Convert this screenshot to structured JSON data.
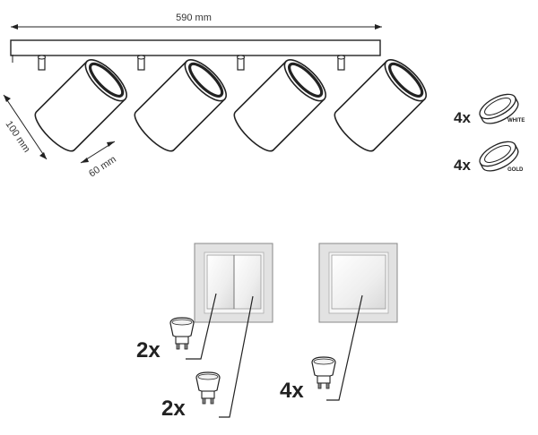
{
  "dimensions": {
    "width": "590 mm",
    "height": "100 mm",
    "diameter": "60 mm"
  },
  "rings": [
    {
      "qty": "4x",
      "label": "WHITE"
    },
    {
      "qty": "4x",
      "label": "GOLD"
    }
  ],
  "switches": {
    "double": {
      "qty_top": "2x",
      "qty_bottom": "2x"
    },
    "single": {
      "qty": "4x"
    }
  },
  "colors": {
    "stroke": "#222222",
    "spot_fill": "#ffffff",
    "plate_gray": "#e4e4e4",
    "plate_inner": "#f7f7f7"
  }
}
